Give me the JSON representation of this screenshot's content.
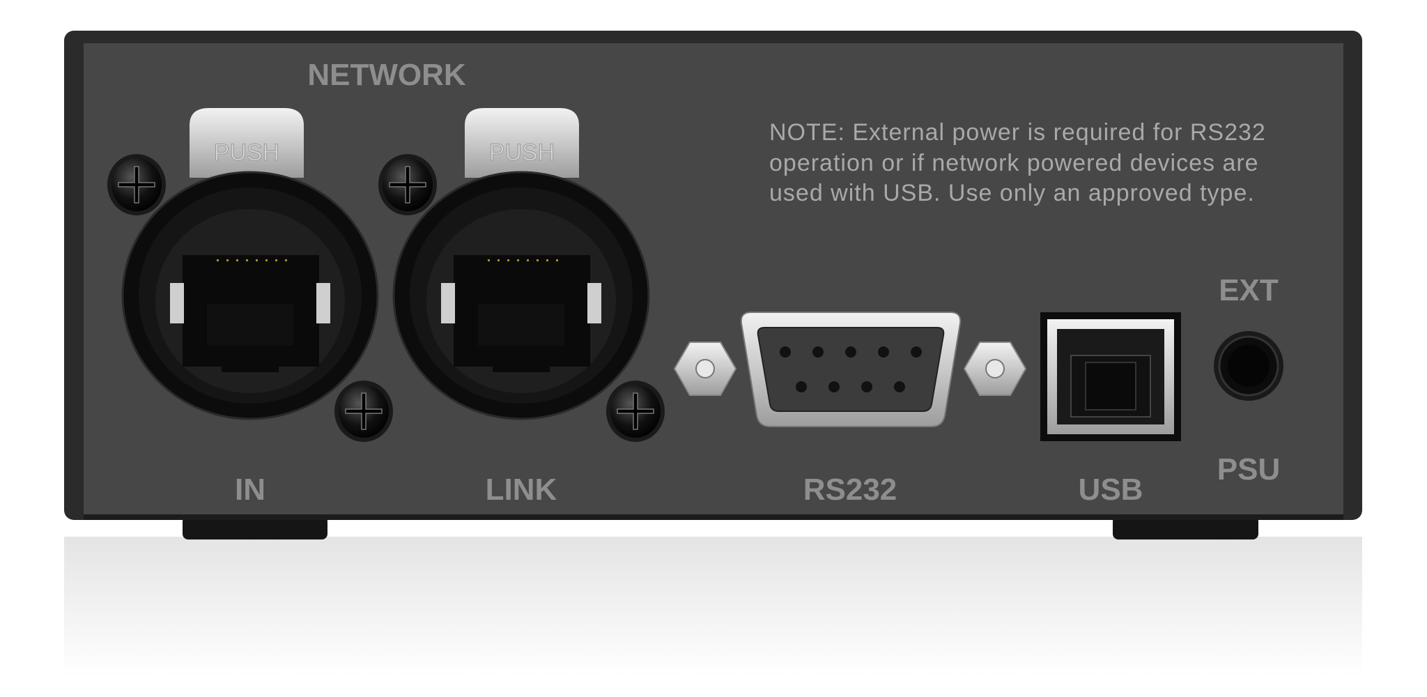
{
  "panel": {
    "network_label": "NETWORK",
    "note_lines": [
      "NOTE: External power is required for RS232",
      "operation or if network powered devices are",
      "used with USB. Use only an approved type."
    ],
    "push_label": "PUSH",
    "ports": {
      "in": "IN",
      "link": "LINK",
      "rs232": "RS232",
      "usb": "USB",
      "ext": "EXT",
      "psu": "PSU"
    }
  }
}
